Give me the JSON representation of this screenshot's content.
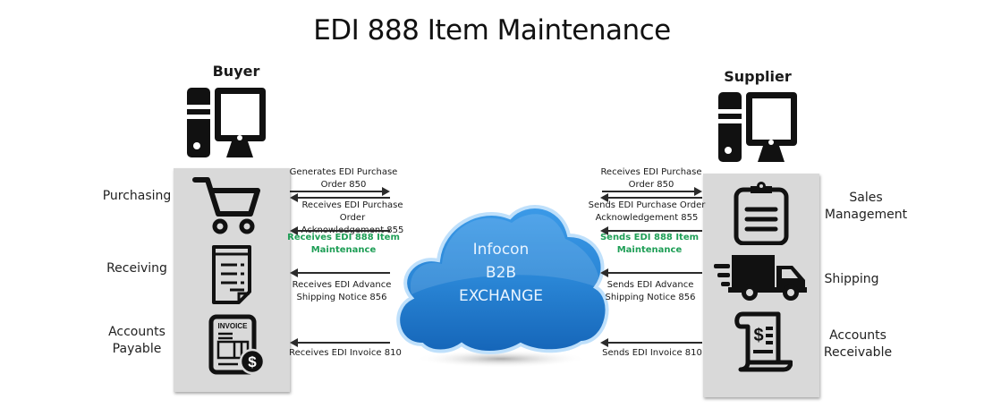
{
  "title": "EDI 888 Item Maintenance",
  "colors": {
    "panel": "#d9d9d9",
    "highlight_green": "#1e9e56",
    "cloud_blue": "#2a86d6",
    "arrow": "#2b2b2b"
  },
  "buyer": {
    "label": "Buyer",
    "icon": "desktop-computer-icon",
    "departments": [
      {
        "label": "Purchasing",
        "icon": "shopping-cart-icon"
      },
      {
        "label": "Receiving",
        "icon": "document-list-icon"
      },
      {
        "label_line1": "Accounts",
        "label_line2": "Payable",
        "icon": "invoice-dollar-icon"
      }
    ],
    "messages": [
      {
        "line1": "Generates EDI Purchase",
        "line2": "Order 850",
        "direction": "right"
      },
      {
        "line1": "Receives EDI Purchase Order",
        "line2": "Acknowledgement  855",
        "direction": "left"
      },
      {
        "line1": "Receives EDI 888 Item",
        "line2": "Maintenance",
        "direction": "left",
        "highlight": true
      },
      {
        "line1": "Receives EDI Advance",
        "line2": "Shipping Notice 856",
        "direction": "left"
      },
      {
        "line1": "Receives EDI Invoice 810",
        "direction": "left"
      }
    ]
  },
  "supplier": {
    "label": "Supplier",
    "icon": "desktop-computer-icon",
    "departments": [
      {
        "label_line1": "Sales",
        "label_line2": "Management",
        "icon": "clipboard-icon"
      },
      {
        "label": "Shipping",
        "icon": "delivery-truck-icon"
      },
      {
        "label_line1": "Accounts",
        "label_line2": "Receivable",
        "icon": "receipt-scroll-icon"
      }
    ],
    "messages": [
      {
        "line1": "Receives EDI Purchase",
        "line2": "Order 850",
        "direction": "right"
      },
      {
        "line1": "Sends EDI Purchase Order",
        "line2": "Acknowledgement  855",
        "direction": "left"
      },
      {
        "line1": "Sends EDI 888 Item",
        "line2": "Maintenance",
        "direction": "left",
        "highlight": true
      },
      {
        "line1": "Sends EDI Advance",
        "line2": "Shipping Notice 856",
        "direction": "left"
      },
      {
        "line1": "Sends EDI Invoice 810",
        "direction": "left"
      }
    ]
  },
  "cloud": {
    "icon": "cloud-icon",
    "line1": "Infocon",
    "line2": "B2B",
    "line3": "EXCHANGE"
  }
}
